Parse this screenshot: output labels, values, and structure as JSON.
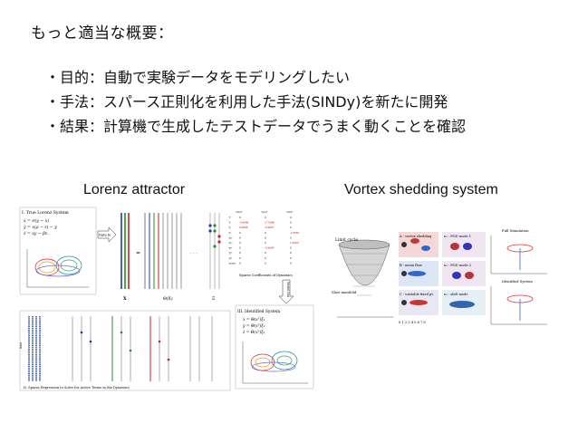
{
  "slide": {
    "heading": "もっと適当な概要：",
    "bullets": [
      "・目的：自動で実験データをモデリングしたい",
      "・手法：スパース正則化を利用した手法(SINDy)を新たに開発",
      "・結果：計算機で生成したテストデータでうまく動くことを確認"
    ],
    "figures": {
      "left_caption": "Lorenz attractor",
      "right_caption": "Vortex shedding system"
    }
  },
  "left_figure": {
    "panel1_title": "I.  True Lorenz System",
    "eq1": "ẋ = σ(y − x)",
    "eq2": "ẏ = x(ρ − z) − y",
    "eq3": "ż = xy − βz.",
    "data_in": "Data In",
    "xdot_label": "Ẋ",
    "equals": "=",
    "theta_label": "Θ(X)",
    "xi_label": "Ξ",
    "sparse_caption": "Sparse Coefficients of Dynamics",
    "model_out": "Model Out",
    "panel3_title": "III.  Identified System",
    "ieq1": "ẋ = Θ(xᵀ)ξ₁",
    "ieq2": "ẏ = Θ(xᵀ)ξ₂",
    "ieq3": "ż = Θ(xᵀ)ξ₃",
    "panel2_caption": "II.  Sparse Regression to Solve for Active Terms in the Dynamics",
    "time_label": "time",
    "coef_header": [
      "'xdot'",
      "'ydot'",
      "'zdot'"
    ],
    "coef_rows": [
      [
        "'1'",
        "0",
        "0",
        "0"
      ],
      [
        "'x'",
        "-9.9996",
        "27.9980",
        "0"
      ],
      [
        "'y'",
        "9.9998",
        "-0.9997",
        "0"
      ],
      [
        "'z'",
        "0",
        "0",
        "-2.6665"
      ],
      [
        "'xx'",
        "0",
        "0",
        "0"
      ],
      [
        "'xy'",
        "0",
        "0",
        "1.0000"
      ],
      [
        "'xz'",
        "0",
        "-0.9999",
        "0"
      ],
      [
        "'yy'",
        "0",
        "0",
        "0"
      ],
      [
        "'yz'",
        "0",
        "0",
        "0"
      ],
      [
        "'zzzzz'",
        "0",
        "0",
        "0"
      ]
    ]
  },
  "right_figure": {
    "limit_cycle": "Limit cycle",
    "slow_manifold": "Slow manifold",
    "labels": [
      "A - vortex shedding",
      "B - mean flow",
      "C - unstable fixed pt."
    ],
    "modes": [
      "u₁ - POD mode 1",
      "u₂ - POD mode 2",
      "u₃ - shift mode"
    ],
    "full_sim": "Full Simulation",
    "identified_sys": "Identified System",
    "axis_ticks": [
      "0 1 2 3 4 5 6 7 8"
    ]
  }
}
